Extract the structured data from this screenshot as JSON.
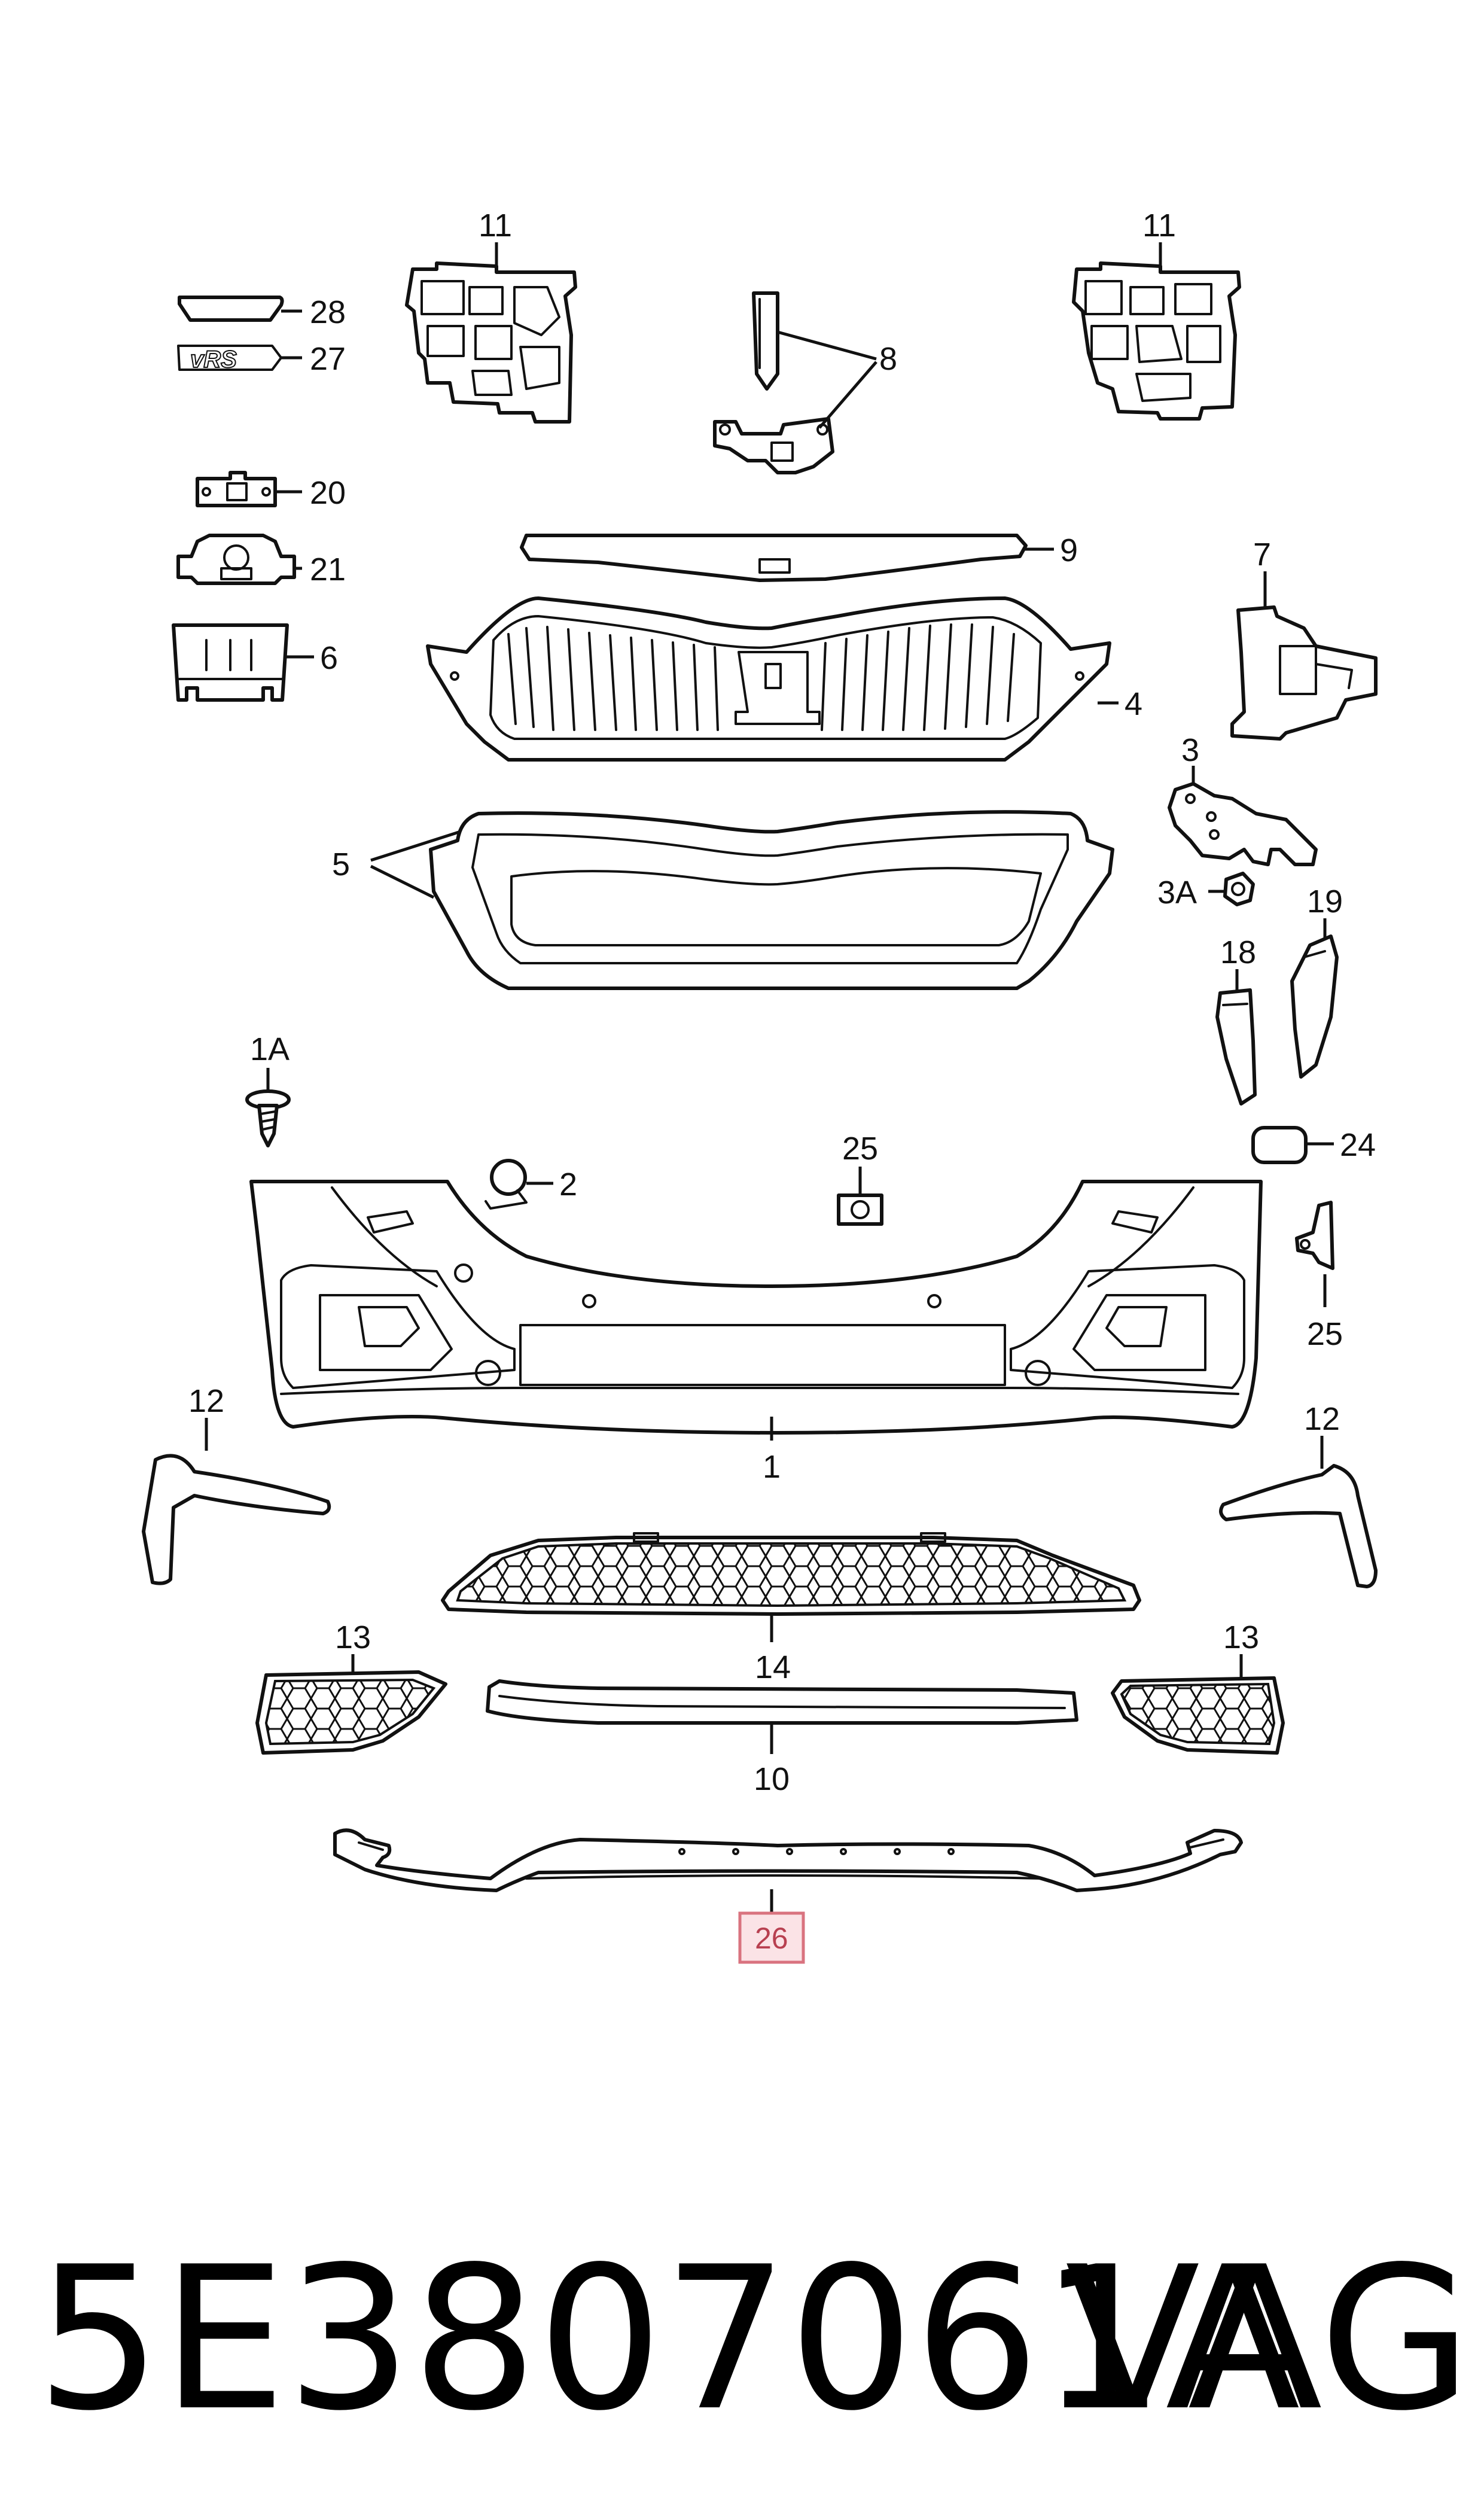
{
  "callouts": {
    "c1": "1",
    "c1a": "1A",
    "c2": "2",
    "c3": "3",
    "c3a": "3A",
    "c4": "4",
    "c5": "5",
    "c6": "6",
    "c7": "7",
    "c8": "8",
    "c9": "9",
    "c10": "10",
    "c11": "11",
    "c12": "12",
    "c13": "13",
    "c14": "14",
    "c18": "18",
    "c19": "19",
    "c20": "20",
    "c21": "21",
    "c24": "24",
    "c25": "25",
    "c26": "26",
    "c27": "27",
    "c28": "28"
  },
  "emblem_text": "vRS",
  "highlighted_part": "26",
  "footer": {
    "part_number": "5E3807061A",
    "brand": "VAG"
  },
  "colors": {
    "line": "#111111",
    "highlight_fill": "#fbe3e6",
    "highlight_stroke": "#d9737f",
    "highlight_text": "#b84050"
  }
}
